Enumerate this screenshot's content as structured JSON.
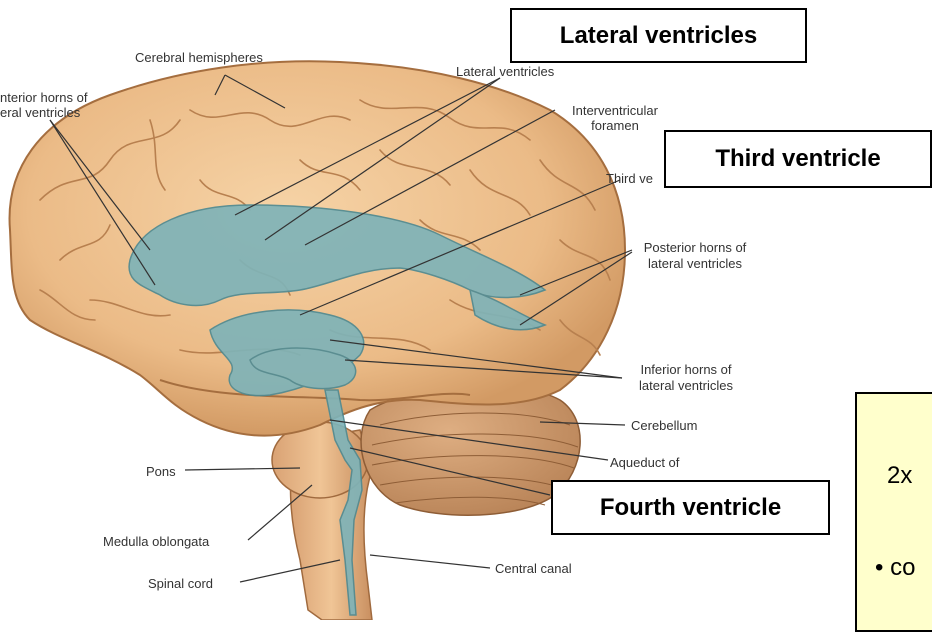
{
  "labels": {
    "cerebral_hemispheres": "Cerebral hemispheres",
    "lateral_ventricles": "Lateral ventricles",
    "anterior_horns_line1": "nterior horns of",
    "anterior_horns_line2": "eral ventricles",
    "interventricular_line1": "Interventricular",
    "interventricular_line2": "foramen",
    "third_ventricle": "Third ve",
    "posterior_horns_line1": "Posterior horns of",
    "posterior_horns_line2": "lateral ventricles",
    "inferior_horns_line1": "Inferior horns of",
    "inferior_horns_line2": "lateral ventricles",
    "cerebellum": "Cerebellum",
    "aqueduct": "Aqueduct of",
    "pons": "Pons",
    "medulla": "Medulla oblongata",
    "spinal_cord": "Spinal cord",
    "central_canal": "Central canal"
  },
  "callouts": {
    "lateral": "Lateral ventricles",
    "third": "Third ventricle",
    "fourth": "Fourth ventricle"
  },
  "note": {
    "line1": "2x",
    "line2": "• co"
  },
  "colors": {
    "brain": "#eec08e",
    "ventricles": "#7fb3b8",
    "cerebellum": "#c9956c",
    "note_bg": "#ffffcc"
  }
}
